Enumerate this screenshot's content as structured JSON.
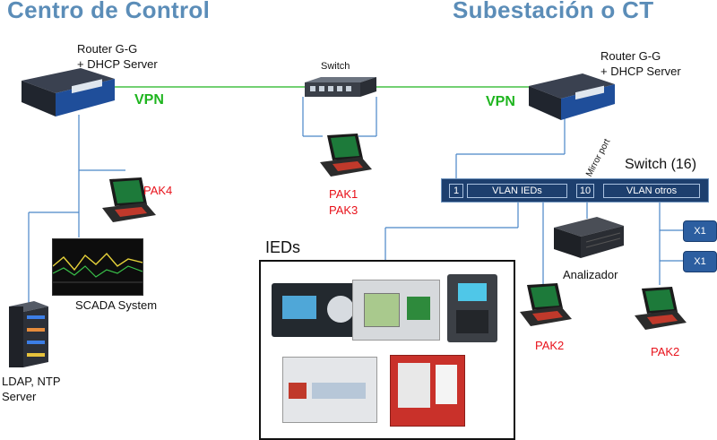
{
  "titles": {
    "left": "Centro de Control",
    "right": "Subestación o CT"
  },
  "router_left": {
    "line1": "Router G-G",
    "line2": "+ DHCP Server"
  },
  "router_right": {
    "line1": "Router G-G",
    "line2": "+ DHCP Server"
  },
  "vpn_left": "VPN",
  "vpn_right": "VPN",
  "switch_small": "Switch",
  "switch16": {
    "title": "Switch (16)",
    "mirror_label": "Mirror port",
    "port1": "1",
    "vlan_ieds": "VLAN IEDs",
    "port10": "10",
    "vlan_otros": "VLAN otros"
  },
  "paks": {
    "pak4": "PAK4",
    "pak1": "PAK1",
    "pak3": "PAK3",
    "pak2_a": "PAK2",
    "pak2_b": "PAK2"
  },
  "scada": "SCADA System",
  "ldap": {
    "line1": "LDAP, NTP",
    "line2": "Server"
  },
  "analizador": "Analizador",
  "ieds_title": "IEDs",
  "x1_top": "X1",
  "x1_bottom": "X1",
  "colors": {
    "title": "#5b8db8",
    "vpn": "#1fb51f",
    "pak": "#e8121b",
    "switch_bar": "#1d3f6e",
    "link": "#4a86c8",
    "vpn_link": "#45c145"
  }
}
